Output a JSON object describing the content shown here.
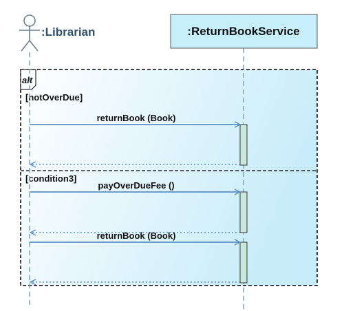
{
  "diagram": {
    "type": "uml-sequence",
    "participants": [
      {
        "id": "librarian",
        "label": ":Librarian",
        "kind": "actor"
      },
      {
        "id": "service",
        "label": ":ReturnBookService",
        "kind": "object"
      }
    ],
    "fragment": {
      "operator": "alt",
      "operands": [
        {
          "guard": "[notOverDue]",
          "messages": [
            {
              "label": "returnBook (Book)",
              "from": "librarian",
              "to": "service",
              "kind": "call"
            },
            {
              "label": "",
              "from": "service",
              "to": "librarian",
              "kind": "return"
            }
          ]
        },
        {
          "guard": "[condition3]",
          "messages": [
            {
              "label": "payOverDueFee ()",
              "from": "librarian",
              "to": "service",
              "kind": "call"
            },
            {
              "label": "",
              "from": "service",
              "to": "librarian",
              "kind": "return"
            },
            {
              "label": "returnBook (Book)",
              "from": "librarian",
              "to": "service",
              "kind": "call"
            },
            {
              "label": "",
              "from": "service",
              "to": "librarian",
              "kind": "return"
            }
          ]
        }
      ]
    },
    "colors": {
      "lifeline": "#7aa2c8",
      "message": "#5b8fc7",
      "object_fill": "#c6eefb",
      "fragment_border": "#000000",
      "fragment_fill_start": "#ffffff",
      "fragment_fill_end": "#c8ecfa",
      "activation_fill": "#c8e8dc",
      "actor_label": "#2f4f6f"
    }
  }
}
